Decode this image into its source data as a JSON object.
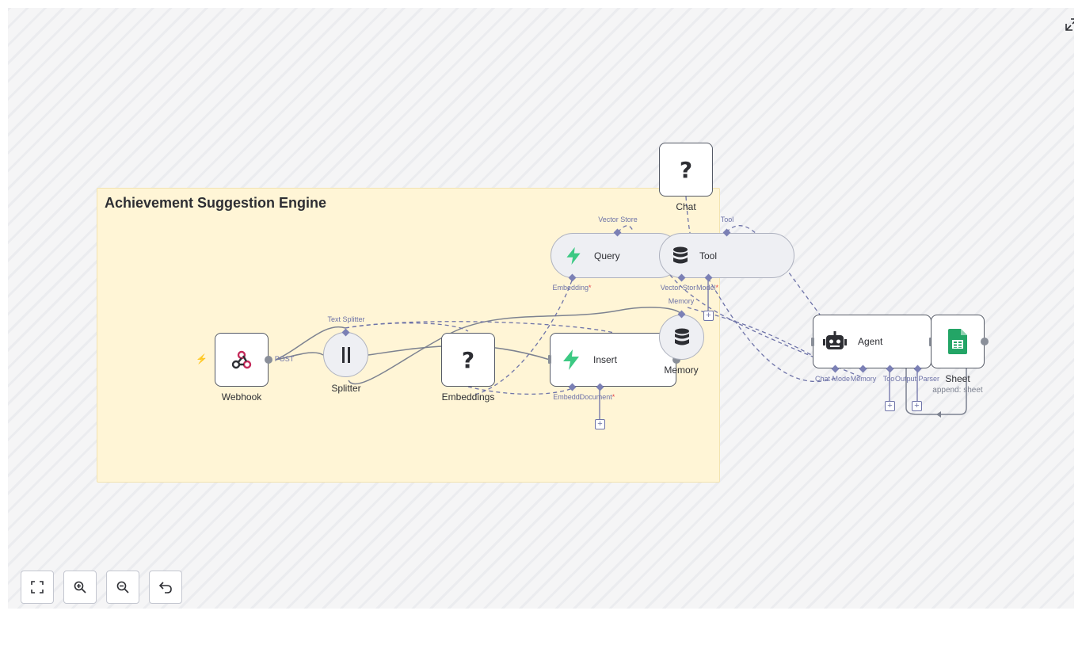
{
  "sticky": {
    "title": "Achievement Suggestion Engine"
  },
  "nodes": {
    "webhook": {
      "label": "Webhook",
      "icon": "webhook-icon"
    },
    "splitter": {
      "label": "Splitter",
      "icon": "text-splitter-icon"
    },
    "embeddings": {
      "label": "Embeddings",
      "icon": "question-icon",
      "glyph": "?"
    },
    "insert": {
      "label": "Insert",
      "icon": "vector-store-bolt-icon"
    },
    "query": {
      "label": "Query",
      "icon": "vector-store-bolt-icon"
    },
    "tool": {
      "label": "Tool",
      "icon": "database-icon"
    },
    "chat": {
      "label": "Chat",
      "icon": "question-icon",
      "glyph": "?"
    },
    "memory": {
      "label": "Memory",
      "icon": "database-icon"
    },
    "agent": {
      "label": "Agent",
      "icon": "robot-icon"
    },
    "sheet": {
      "label": "Sheet",
      "sublabel": "append: sheet",
      "icon": "google-sheets-icon"
    }
  },
  "port_labels": {
    "post": "POST",
    "text_splitter": "Text Splitter",
    "vector_store": "Vector Store",
    "tool": "Tool",
    "embedding": "Embedding",
    "vector_store_bottom": "Vector Stor",
    "model": "Model",
    "memory_top": "Memory",
    "insert_embedding": "Embeddi",
    "insert_document": "Document",
    "chat_model": "Chat Mode",
    "memory": "Memory",
    "tool_port": "Too",
    "output_parser": "Output Parser",
    "required_mark": "*"
  },
  "controls": [
    {
      "name": "zoom-to-fit-button",
      "icon": "fit-view-icon"
    },
    {
      "name": "zoom-in-button",
      "icon": "zoom-in-icon"
    },
    {
      "name": "zoom-out-button",
      "icon": "zoom-out-icon"
    },
    {
      "name": "undo-button",
      "icon": "undo-icon"
    }
  ],
  "colors": {
    "canvas_bg": "#f5f5f6",
    "sticky_bg": "#fff5d6",
    "connection": "#7d8290",
    "sub_connection": "#6e73a8",
    "accent_green": "#3cc983",
    "sheets_green": "#23a566",
    "trigger": "#ff6d5a"
  }
}
